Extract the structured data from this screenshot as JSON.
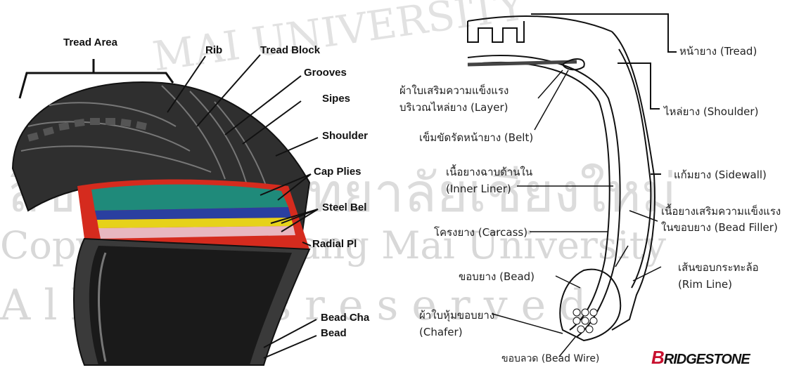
{
  "watermark": {
    "university": "MAI UNIVERSITY",
    "line_copyright": "Copyright",
    "line_chiang_mai": "Chiang Mai University",
    "line_reserved": "A l l   r i g h t s   r e s e r v e d",
    "thai_top": "ลิขสิทธิ์มหาวิทยาลัยเชียงใหม่"
  },
  "left_diagram": {
    "labels": {
      "tread_area": "Tread Area",
      "rib": "Rib",
      "tread_block": "Tread Block",
      "grooves": "Grooves",
      "sipes": "Sipes",
      "shoulder": "Shoulder",
      "cap_plies": "Cap Plies",
      "steel_belts": "Steel Bel",
      "radial_ply": "Radial Pl",
      "bead_chafer": "Bead Cha",
      "bead": "Bead"
    }
  },
  "right_diagram": {
    "labels": {
      "tread": "หน้ายาง (Tread)",
      "layer_line1": "ผ้าใบเสริมความแข็งแรง",
      "layer_line2": "บริเวณไหล่ยาง (Layer)",
      "shoulder": "ไหล่ยาง (Shoulder)",
      "belt": "เข็มขัดรัดหน้ายาง (Belt)",
      "inner_liner_line1": "เนื้อยางฉาบด้านใน",
      "inner_liner_line2": "(Inner Liner)",
      "sidewall": "แก้มยาง (Sidewall)",
      "bead_filler_line1": "เนื้อยางเสริมความแข็งแรง",
      "bead_filler_line2": "ในขอบยาง (Bead Filler)",
      "carcass": "โครงยาง (Carcass)",
      "rim_line_line1": "เส้นขอบกระทะล้อ",
      "rim_line_line2": "(Rim Line)",
      "bead": "ขอบยาง (Bead)",
      "chafer_line1": "ผ้าใบหุ้มขอบยาง",
      "chafer_line2": "(Chafer)",
      "bead_wire": "ขอบลวด (Bead Wire)"
    },
    "brand": {
      "initial": "B",
      "rest": "RIDGESTONE"
    }
  },
  "colors": {
    "rubber": "#2a2a2a",
    "rubber_light": "#5a5a5a",
    "red_layer": "#d52b1e",
    "teal_layer": "#1f8a7a",
    "blue_layer": "#2a3fa0",
    "yellow_layer": "#e6d21a",
    "pink_layer": "#e8b7c0",
    "watermark": "#d8d8d8"
  }
}
